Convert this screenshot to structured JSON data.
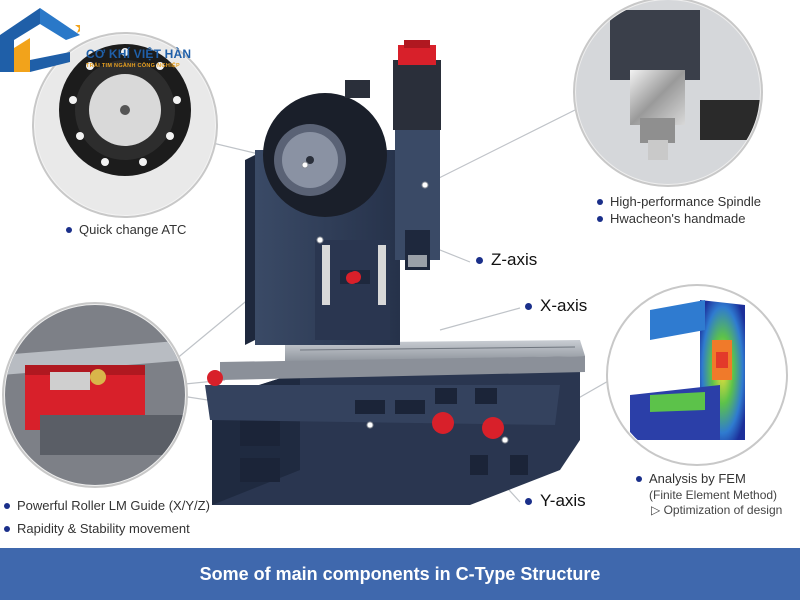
{
  "brand": {
    "name": "CƠ KHÍ VIỆT HÀN",
    "slogan": "TRÁI TIM NGÀNH CÔNG NGHIỆP"
  },
  "callouts": {
    "atc": "Quick change ATC",
    "spindle_1": "High-performance Spindle",
    "spindle_2": "Hwacheon's handmade",
    "z_axis": "Z-axis",
    "x_axis": "X-axis",
    "y_axis": "Y-axis",
    "guide_1": "Powerful Roller LM Guide (X/Y/Z)",
    "guide_2": "Rapidity & Stability movement",
    "fem_1": "Analysis by FEM",
    "fem_2": "(Finite Element Method)",
    "fem_3": "▷ Optimization of design"
  },
  "caption": "Some of main components in C-Type Structure",
  "colors": {
    "machine_body": "#2f3d55",
    "accent_red": "#d8202a",
    "bullet": "#1a2f8a",
    "banner": "#3f68ad"
  }
}
